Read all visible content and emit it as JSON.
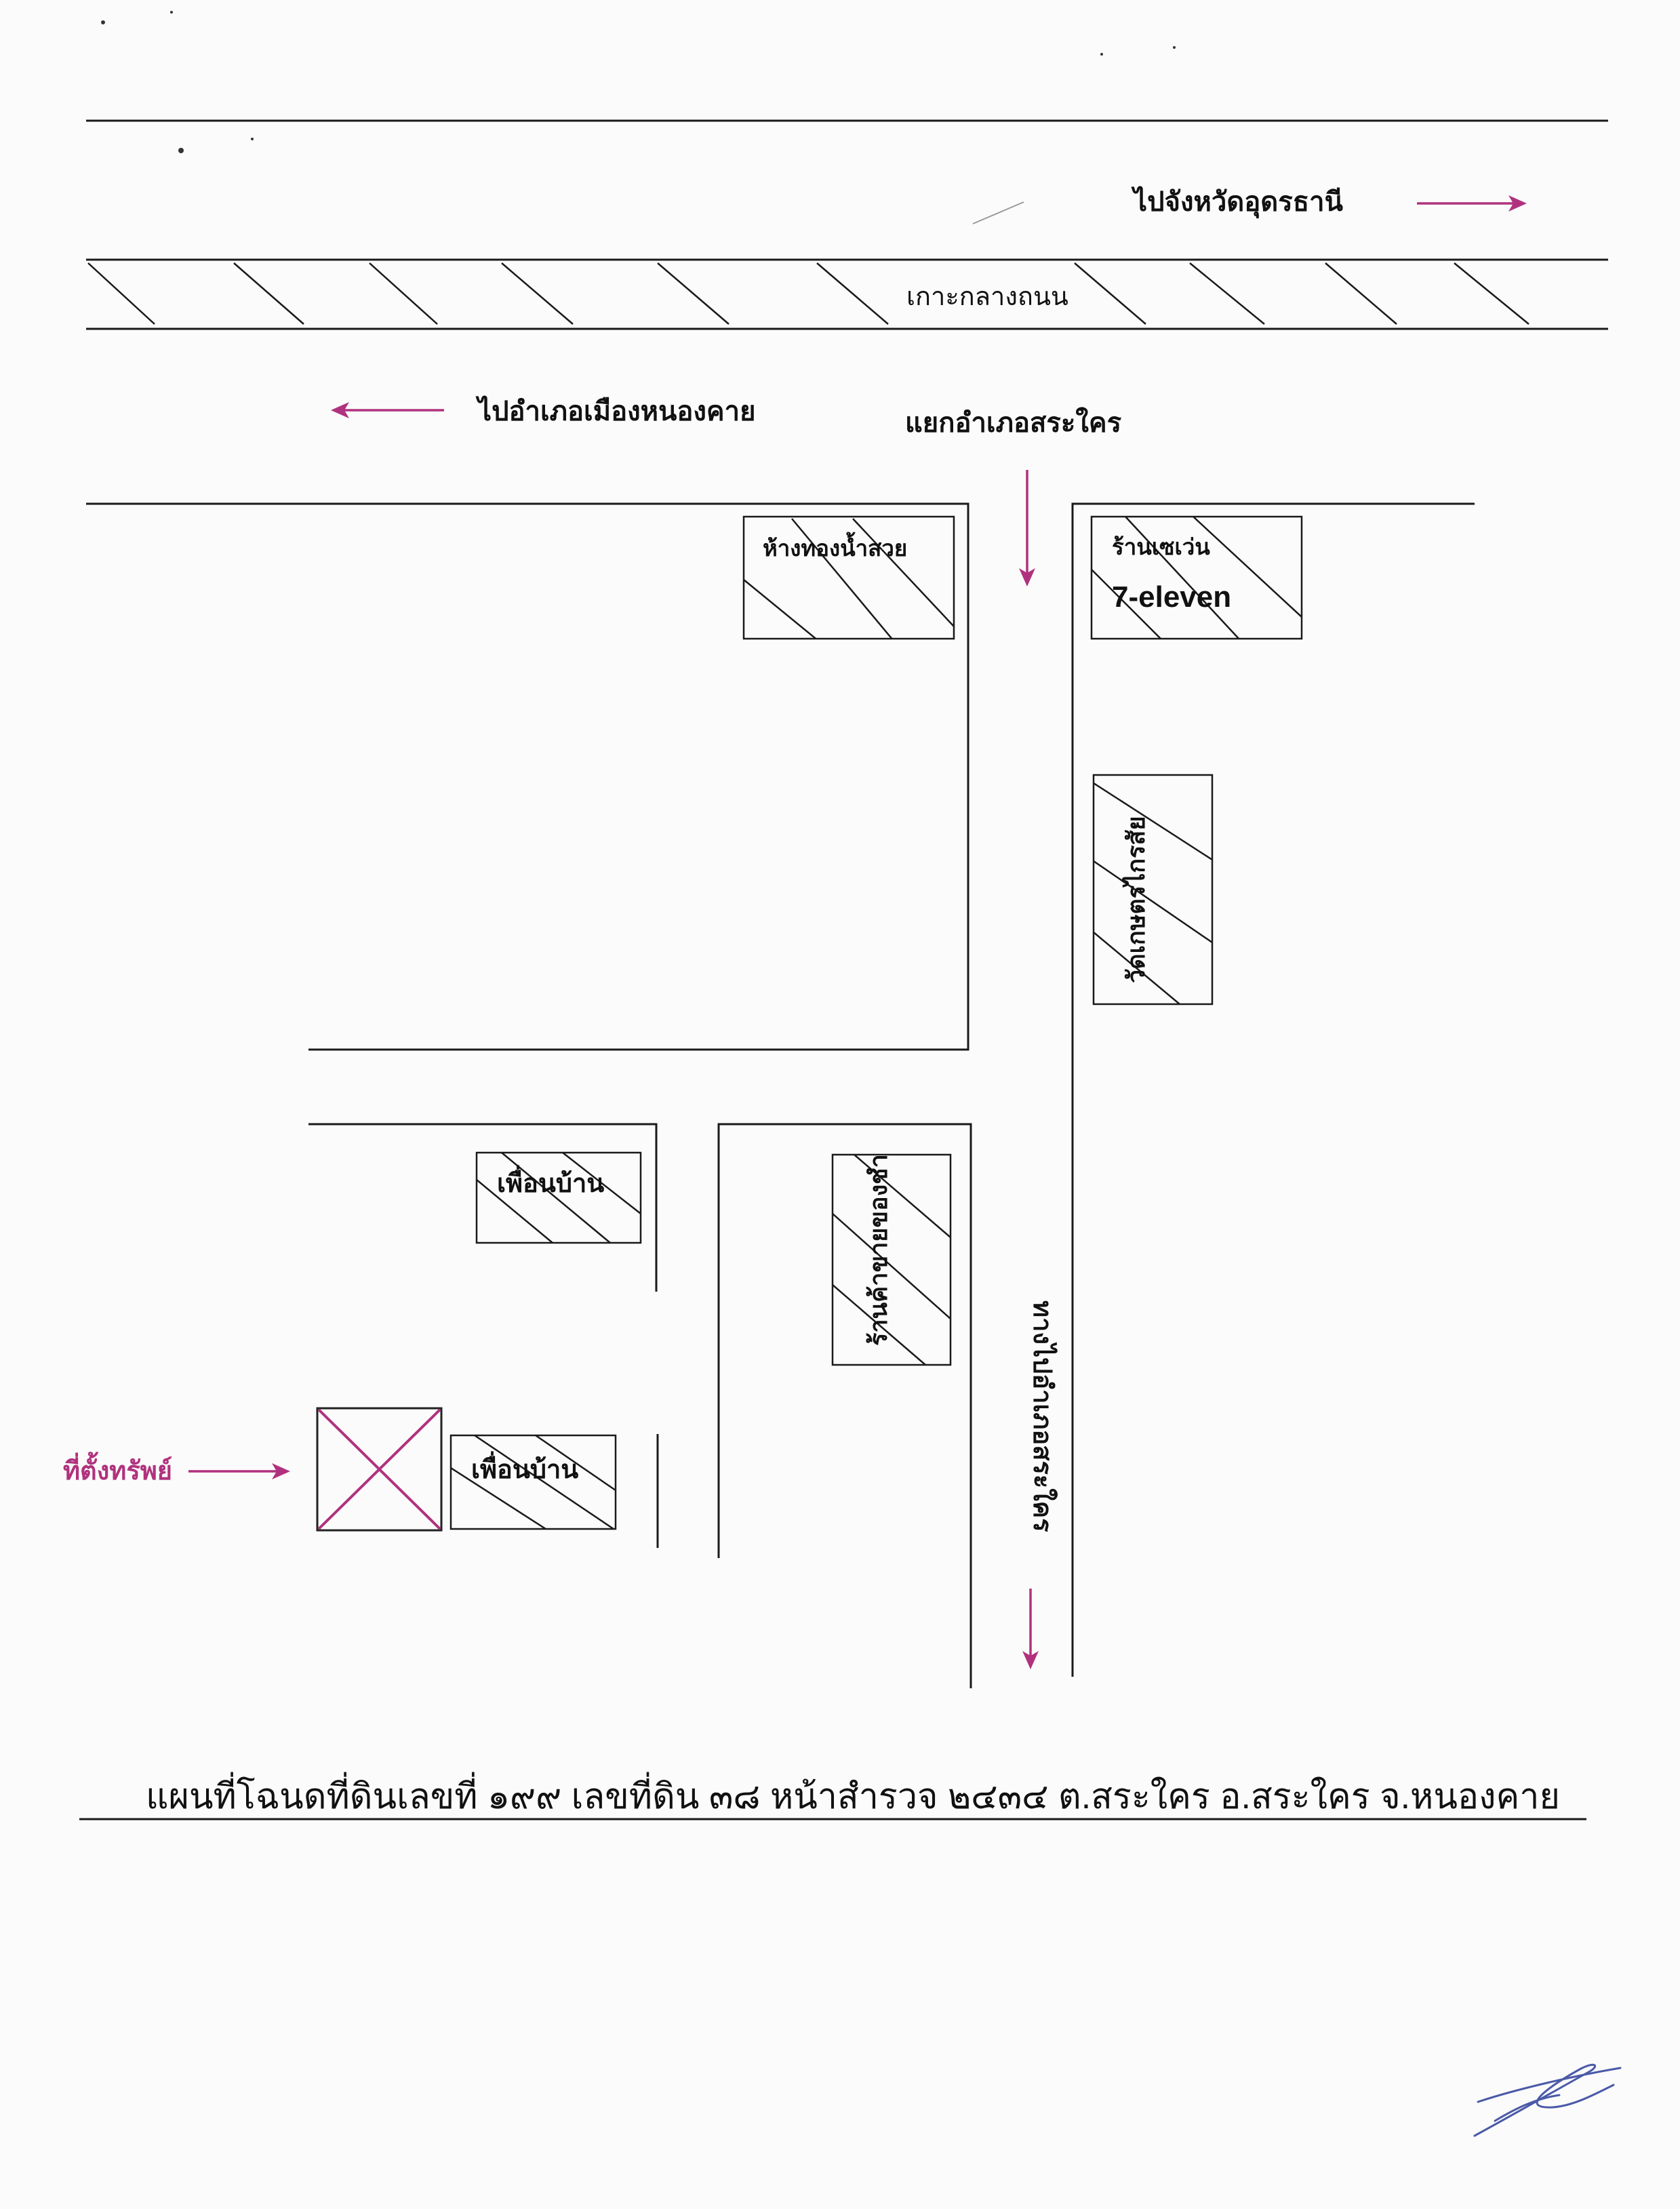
{
  "labels": {
    "to_udon": "ไปจังหวัดอุดรธานี",
    "median": "เกาะกลางถนน",
    "to_nongkhai": "ไปอำเภอเมืองหนองคาย",
    "junction": "แยกอำเภอสระใคร",
    "gold_shop": "ห้างทองน้ำสวย",
    "seven_th": "ร้านเซเว่น",
    "seven_en": "7-eleven",
    "temple": "วัดเกษตรไกรสัย",
    "neighbor": "เพื่อนบ้าน",
    "grocery": "ร้านค้าขายของชำ",
    "to_srakhrai": "ทางไปอำเภอสระใคร",
    "property": "ที่ตั้งทรัพย์",
    "caption": "แผนที่โฉนดที่ดินเลขที่ ๑๙๙ เลขที่ดิน ๓๘ หน้าสำรวจ ๒๔๓๔ ต.สระใคร อ.สระใคร จ.หนองคาย"
  },
  "colors": {
    "accent": "#b0327e",
    "line": "#1a1a1a"
  },
  "icons": {
    "property_marker": "cross-box-icon",
    "direction": "arrow-icon",
    "signature": "signature-scribble-icon"
  }
}
